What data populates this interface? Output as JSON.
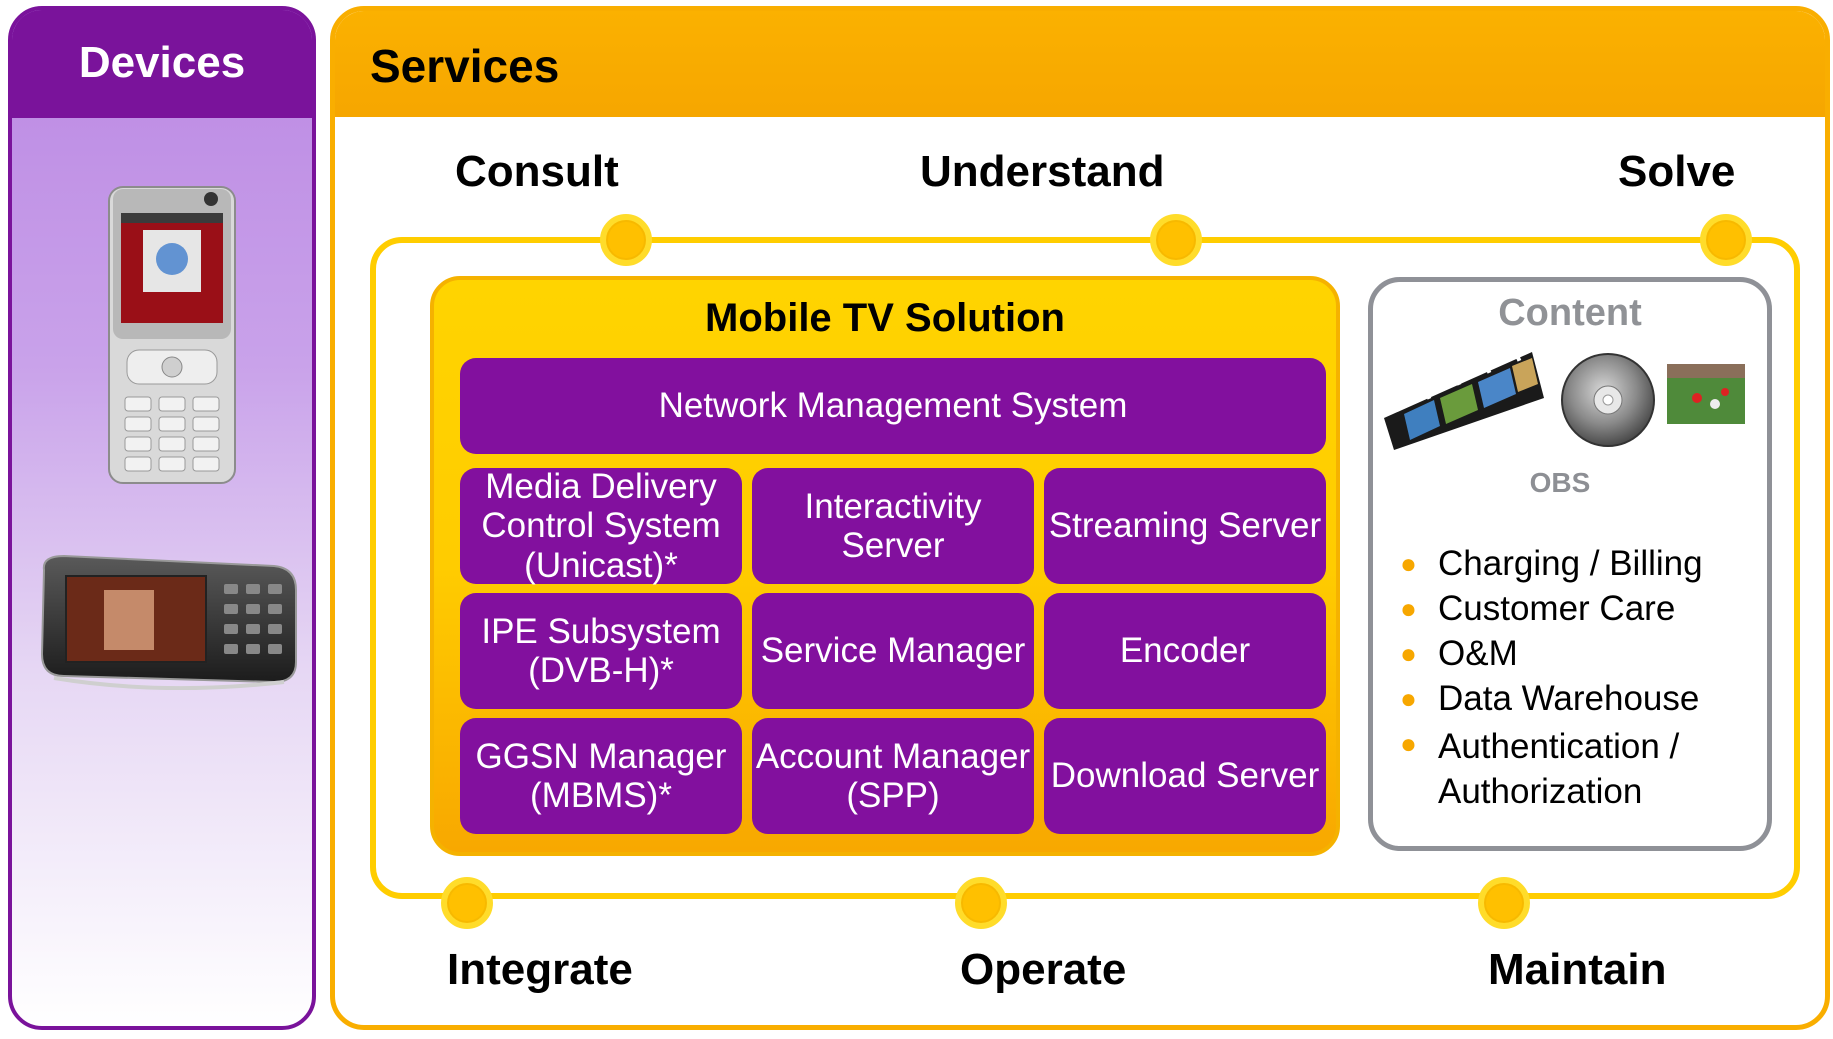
{
  "devices": {
    "title": "Devices"
  },
  "services": {
    "title": "Services"
  },
  "stages": {
    "consult": "Consult",
    "understand": "Understand",
    "solve": "Solve",
    "integrate": "Integrate",
    "operate": "Operate",
    "maintain": "Maintain"
  },
  "solution": {
    "title": "Mobile TV Solution",
    "nms": "Network Management System",
    "mdcs": "Media Delivery Control System (Unicast)*",
    "interactivity": "Interactivity Server",
    "streaming": "Streaming Server",
    "ipe": "IPE Subsystem (DVB-H)*",
    "service_manager": "Service Manager",
    "encoder": "Encoder",
    "ggsn": "GGSN Manager (MBMS)*",
    "account": "Account Manager (SPP)",
    "download": "Download Server"
  },
  "content": {
    "title": "Content",
    "obs": "OBS",
    "items": [
      "Charging / Billing",
      "Customer Care",
      "O&M",
      "Data Warehouse",
      "Authentication / Authorization"
    ]
  },
  "colors": {
    "purple": "#82109e",
    "orange": "#f9ae00",
    "yellow": "#ffcd00",
    "gray": "#8f9197"
  }
}
